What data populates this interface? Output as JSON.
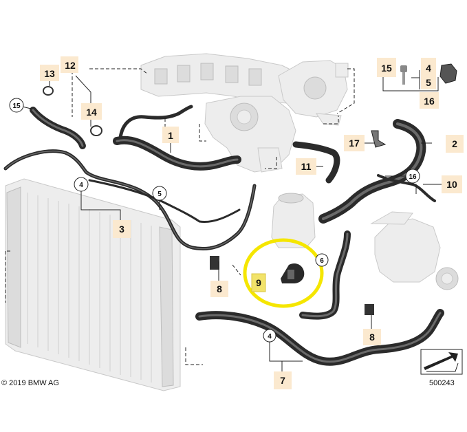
{
  "diagram": {
    "copyright": "© 2019 BMW AG",
    "image_number": "500243",
    "highlight_color": "#f5e600",
    "callouts": [
      {
        "id": "c15a",
        "text": "15",
        "circled": true
      },
      {
        "id": "c13",
        "text": "13",
        "circled": false
      },
      {
        "id": "c12",
        "text": "12",
        "circled": false
      },
      {
        "id": "c14",
        "text": "14",
        "circled": false
      },
      {
        "id": "c1",
        "text": "1",
        "circled": false
      },
      {
        "id": "c15b",
        "text": "15",
        "circled": false
      },
      {
        "id": "c4a",
        "text": "4",
        "circled": false
      },
      {
        "id": "c5a",
        "text": "5",
        "circled": false
      },
      {
        "id": "c16a",
        "text": "16",
        "circled": false
      },
      {
        "id": "c2",
        "text": "2",
        "circled": false
      },
      {
        "id": "c17",
        "text": "17",
        "circled": false
      },
      {
        "id": "c11",
        "text": "11",
        "circled": false
      },
      {
        "id": "c16b",
        "text": "16",
        "circled": true
      },
      {
        "id": "c10",
        "text": "10",
        "circled": false
      },
      {
        "id": "c4b",
        "text": "4",
        "circled": true
      },
      {
        "id": "c5b",
        "text": "5",
        "circled": true
      },
      {
        "id": "c3",
        "text": "3",
        "circled": false
      },
      {
        "id": "c6",
        "text": "6",
        "circled": true
      },
      {
        "id": "c8a",
        "text": "8",
        "circled": false
      },
      {
        "id": "c9",
        "text": "9",
        "circled": false
      },
      {
        "id": "c8b",
        "text": "8",
        "circled": false
      },
      {
        "id": "c4c",
        "text": "4",
        "circled": true
      },
      {
        "id": "c7",
        "text": "7",
        "circled": false
      }
    ]
  }
}
